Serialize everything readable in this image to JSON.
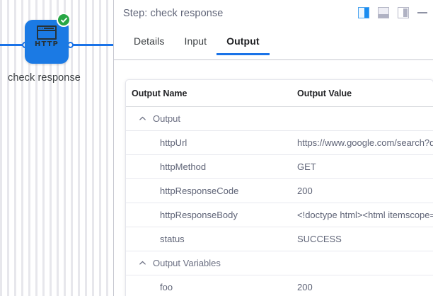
{
  "canvas": {
    "node": {
      "label": "check response",
      "icon": "http-node-icon",
      "icon_text": "HTTP",
      "status_icon": "success-check-icon",
      "node_color": "#1b7ae4",
      "status_color": "#28a745",
      "edge_color": "#1a73e8"
    }
  },
  "panel": {
    "title": "Step: check response",
    "controls": [
      {
        "name": "split-right-icon",
        "label": ""
      },
      {
        "name": "dock-bottom-icon",
        "label": ""
      },
      {
        "name": "split-left-icon",
        "label": ""
      },
      {
        "name": "minimize-icon",
        "label": ""
      }
    ],
    "tabs": [
      {
        "label": "Details",
        "active": false
      },
      {
        "label": "Input",
        "active": false
      },
      {
        "label": "Output",
        "active": true
      }
    ],
    "accent_color": "#1a73e8"
  },
  "table": {
    "columns": [
      "Output Name",
      "Output Value"
    ],
    "groups": [
      {
        "label": "Output",
        "expanded": true,
        "chevron": "chevron-up-icon",
        "rows": [
          {
            "name": "httpUrl",
            "value": "https://www.google.com/search?q="
          },
          {
            "name": "httpMethod",
            "value": "GET"
          },
          {
            "name": "httpResponseCode",
            "value": "200"
          },
          {
            "name": "httpResponseBody",
            "value": "<!doctype html><html itemscope='"
          },
          {
            "name": "status",
            "value": "SUCCESS"
          }
        ]
      },
      {
        "label": "Output Variables",
        "expanded": true,
        "chevron": "chevron-up-icon",
        "rows": [
          {
            "name": "foo",
            "value": "200"
          }
        ]
      }
    ]
  }
}
